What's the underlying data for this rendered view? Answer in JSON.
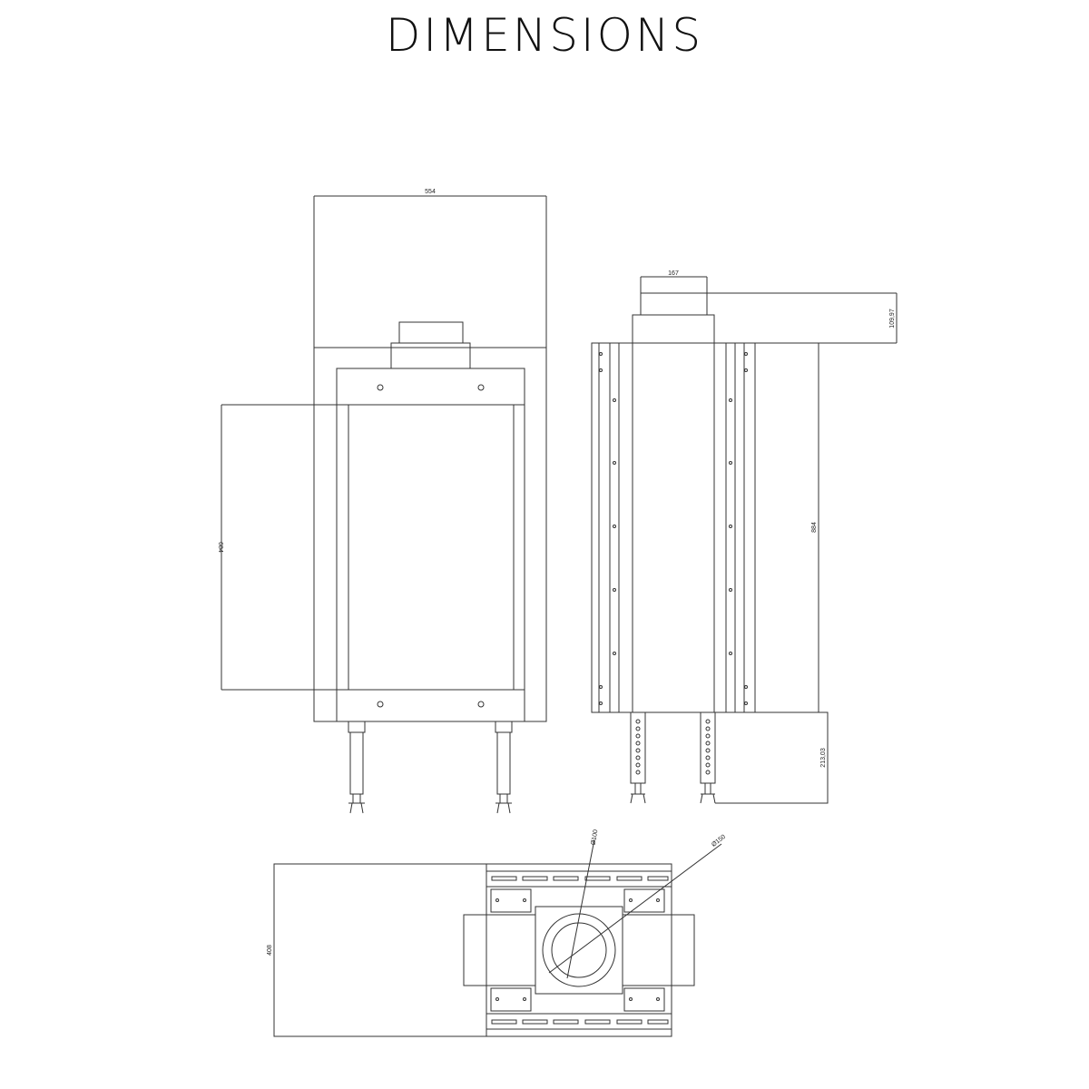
{
  "title": "DIMENSIONS",
  "dimensions": {
    "front_width": "554",
    "front_glass_height": "684",
    "flue_width": "167",
    "flue_height": "109,97",
    "side_height": "884",
    "leg_height": "213,03",
    "flue_inner_diameter": "Ø100",
    "flue_outer_diameter": "Ø150",
    "top_depth": "408"
  }
}
